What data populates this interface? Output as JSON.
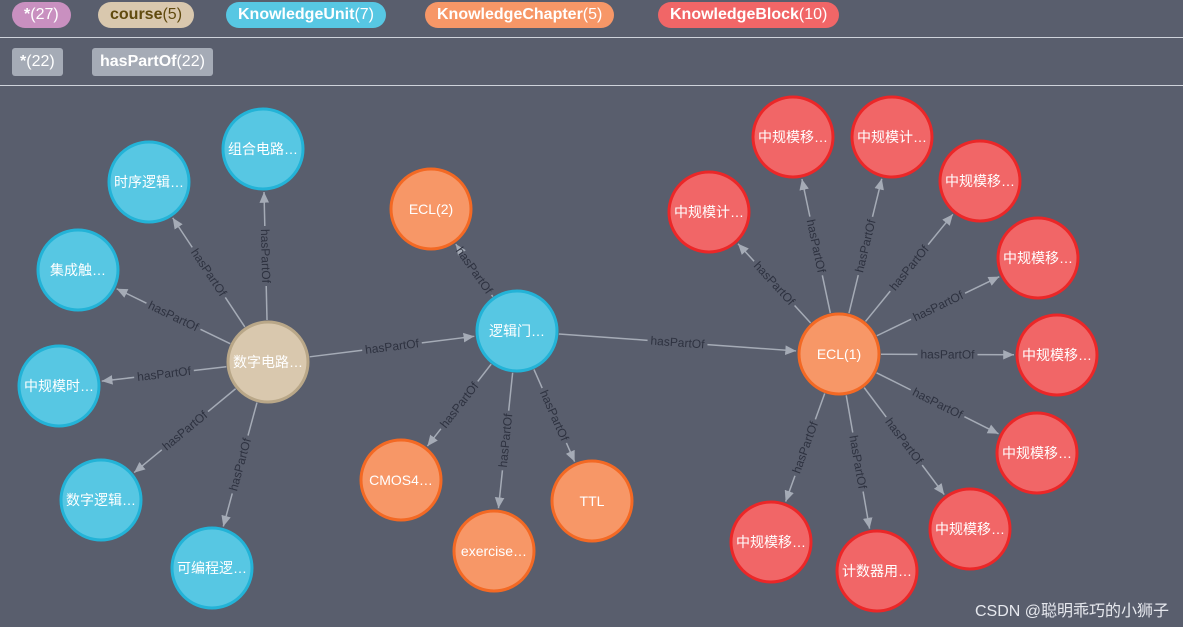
{
  "colors": {
    "background": "#595e6d",
    "all": "#c990c0",
    "course": "#d9c8ae",
    "course_text": "#604a0e",
    "unit": "#57c7e3",
    "chapter": "#f79767",
    "block": "#f16667",
    "rel": "#a5abb6"
  },
  "labels_bar": {
    "all": {
      "name": "*",
      "count": "(27)"
    },
    "course": {
      "name": "course",
      "count": "(5)"
    },
    "unit": {
      "name": "KnowledgeUnit",
      "count": "(7)"
    },
    "chapter": {
      "name": "KnowledgeChapter",
      "count": "(5)"
    },
    "block": {
      "name": "KnowledgeBlock",
      "count": "(10)"
    }
  },
  "relationships_bar": {
    "all": {
      "name": "*",
      "count": "(22)"
    },
    "haspartof": {
      "name": "hasPartOf",
      "count": "(22)"
    }
  },
  "graph": {
    "edge_label": "hasPartOf",
    "nodes": [
      {
        "id": "course",
        "type": "course",
        "label": "数字电路…"
      },
      {
        "id": "u_zuhe",
        "type": "unit",
        "label": "组合电路…"
      },
      {
        "id": "u_shixu",
        "type": "unit",
        "label": "时序逻辑…"
      },
      {
        "id": "u_jicheng",
        "type": "unit",
        "label": "集成触…"
      },
      {
        "id": "u_zgms",
        "type": "unit",
        "label": "中规模时…"
      },
      {
        "id": "u_szlj",
        "type": "unit",
        "label": "数字逻辑…"
      },
      {
        "id": "u_kbc",
        "type": "unit",
        "label": "可编程逻…"
      },
      {
        "id": "u_ljm",
        "type": "unit",
        "label": "逻辑门…"
      },
      {
        "id": "c_ecl2",
        "type": "chapter",
        "label": "ECL(2)"
      },
      {
        "id": "c_cmos",
        "type": "chapter",
        "label": "CMOS4…"
      },
      {
        "id": "c_ex",
        "type": "chapter",
        "label": "exercise…"
      },
      {
        "id": "c_ttl",
        "type": "chapter",
        "label": "TTL"
      },
      {
        "id": "c_ecl1",
        "type": "chapter",
        "label": "ECL(1)"
      },
      {
        "id": "b1",
        "type": "block",
        "label": "中规模计…"
      },
      {
        "id": "b2",
        "type": "block",
        "label": "中规模移…"
      },
      {
        "id": "b3",
        "type": "block",
        "label": "中规模计…"
      },
      {
        "id": "b4",
        "type": "block",
        "label": "中规模移…"
      },
      {
        "id": "b5",
        "type": "block",
        "label": "中规模移…"
      },
      {
        "id": "b6",
        "type": "block",
        "label": "中规模移…"
      },
      {
        "id": "b7",
        "type": "block",
        "label": "中规模移…"
      },
      {
        "id": "b8",
        "type": "block",
        "label": "中规模移…"
      },
      {
        "id": "b9",
        "type": "block",
        "label": "计数器用…"
      },
      {
        "id": "b10",
        "type": "block",
        "label": "中规模移…"
      }
    ],
    "edges": [
      {
        "from": "course",
        "to": "u_zuhe"
      },
      {
        "from": "course",
        "to": "u_shixu"
      },
      {
        "from": "course",
        "to": "u_jicheng"
      },
      {
        "from": "course",
        "to": "u_zgms"
      },
      {
        "from": "course",
        "to": "u_szlj"
      },
      {
        "from": "course",
        "to": "u_kbc"
      },
      {
        "from": "course",
        "to": "u_ljm"
      },
      {
        "from": "u_ljm",
        "to": "c_ecl2"
      },
      {
        "from": "u_ljm",
        "to": "c_cmos"
      },
      {
        "from": "u_ljm",
        "to": "c_ex"
      },
      {
        "from": "u_ljm",
        "to": "c_ttl"
      },
      {
        "from": "u_ljm",
        "to": "c_ecl1"
      },
      {
        "from": "c_ecl1",
        "to": "b1"
      },
      {
        "from": "c_ecl1",
        "to": "b2"
      },
      {
        "from": "c_ecl1",
        "to": "b3"
      },
      {
        "from": "c_ecl1",
        "to": "b4"
      },
      {
        "from": "c_ecl1",
        "to": "b5"
      },
      {
        "from": "c_ecl1",
        "to": "b6"
      },
      {
        "from": "c_ecl1",
        "to": "b7"
      },
      {
        "from": "c_ecl1",
        "to": "b8"
      },
      {
        "from": "c_ecl1",
        "to": "b9"
      },
      {
        "from": "c_ecl1",
        "to": "b10"
      }
    ]
  },
  "watermark": "CSDN @聪明乖巧的小狮子"
}
